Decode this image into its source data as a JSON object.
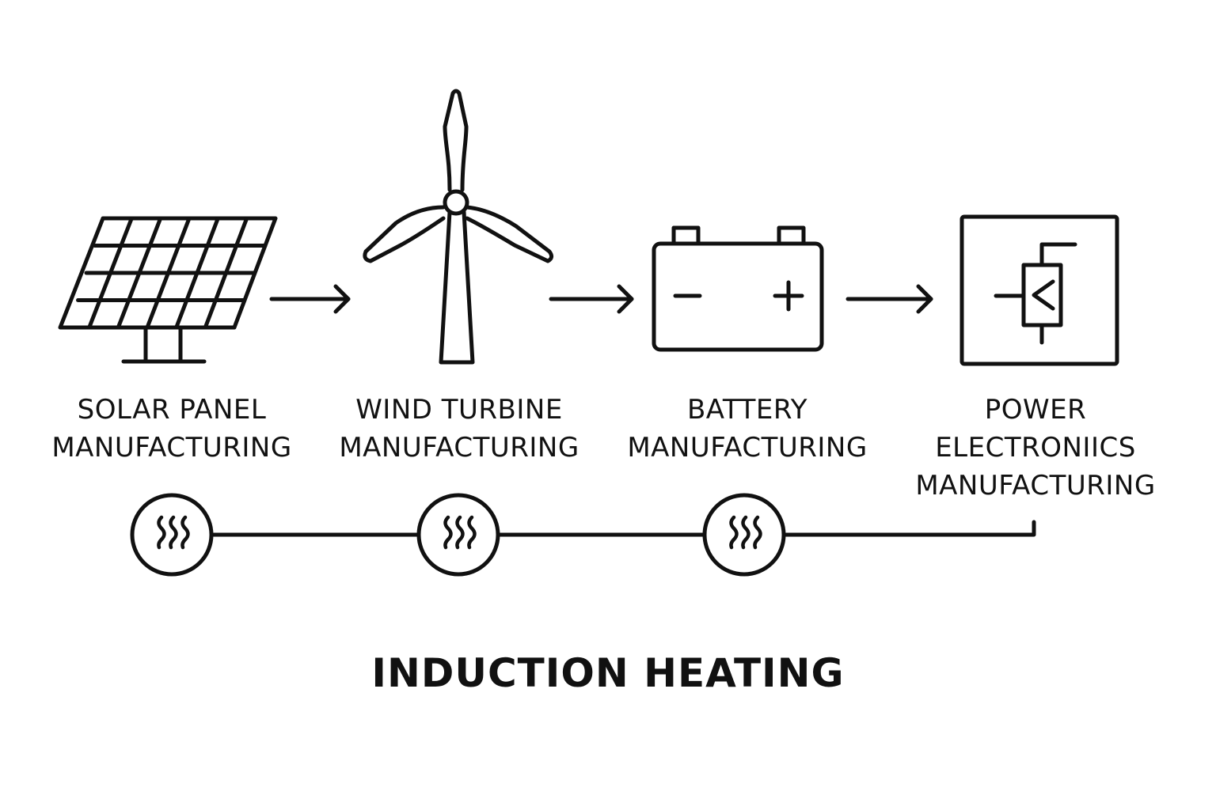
{
  "stages": [
    {
      "icon": "solar-panel-icon",
      "lines": [
        "SOLAR PANEL",
        "MANUFACTURING"
      ]
    },
    {
      "icon": "wind-turbine-icon",
      "lines": [
        "WIND TURBINE",
        "MANUFACTURING"
      ]
    },
    {
      "icon": "battery-icon",
      "lines": [
        "BATTERY",
        "MANUFACTURING"
      ]
    },
    {
      "icon": "power-electronics-icon",
      "lines": [
        "POWER",
        "ELECTRONIICS",
        "MANUFACTURING"
      ]
    }
  ],
  "battery": {
    "minus": "−",
    "plus": "+"
  },
  "heating_nodes": [
    {
      "icon": "heat-waves-icon"
    },
    {
      "icon": "heat-waves-icon"
    },
    {
      "icon": "heat-waves-icon"
    }
  ],
  "footer": {
    "title": "INDUCTION HEATING"
  },
  "colors": {
    "stroke": "#111111",
    "background": "#ffffff"
  }
}
